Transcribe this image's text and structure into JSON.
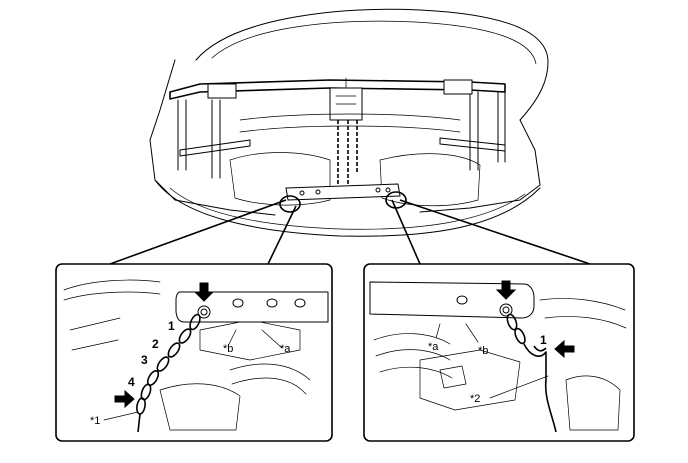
{
  "callouts": {
    "left": {
      "a": "*a",
      "b": "*b",
      "ref": "*1",
      "steps": [
        "1",
        "2",
        "3",
        "4"
      ]
    },
    "right": {
      "a": "*a",
      "b": "*b",
      "ref": "*2",
      "steps": [
        "1"
      ]
    }
  },
  "icons": [
    "arrow-icon",
    "bolt-icon",
    "chain-icon",
    "hook-icon"
  ]
}
